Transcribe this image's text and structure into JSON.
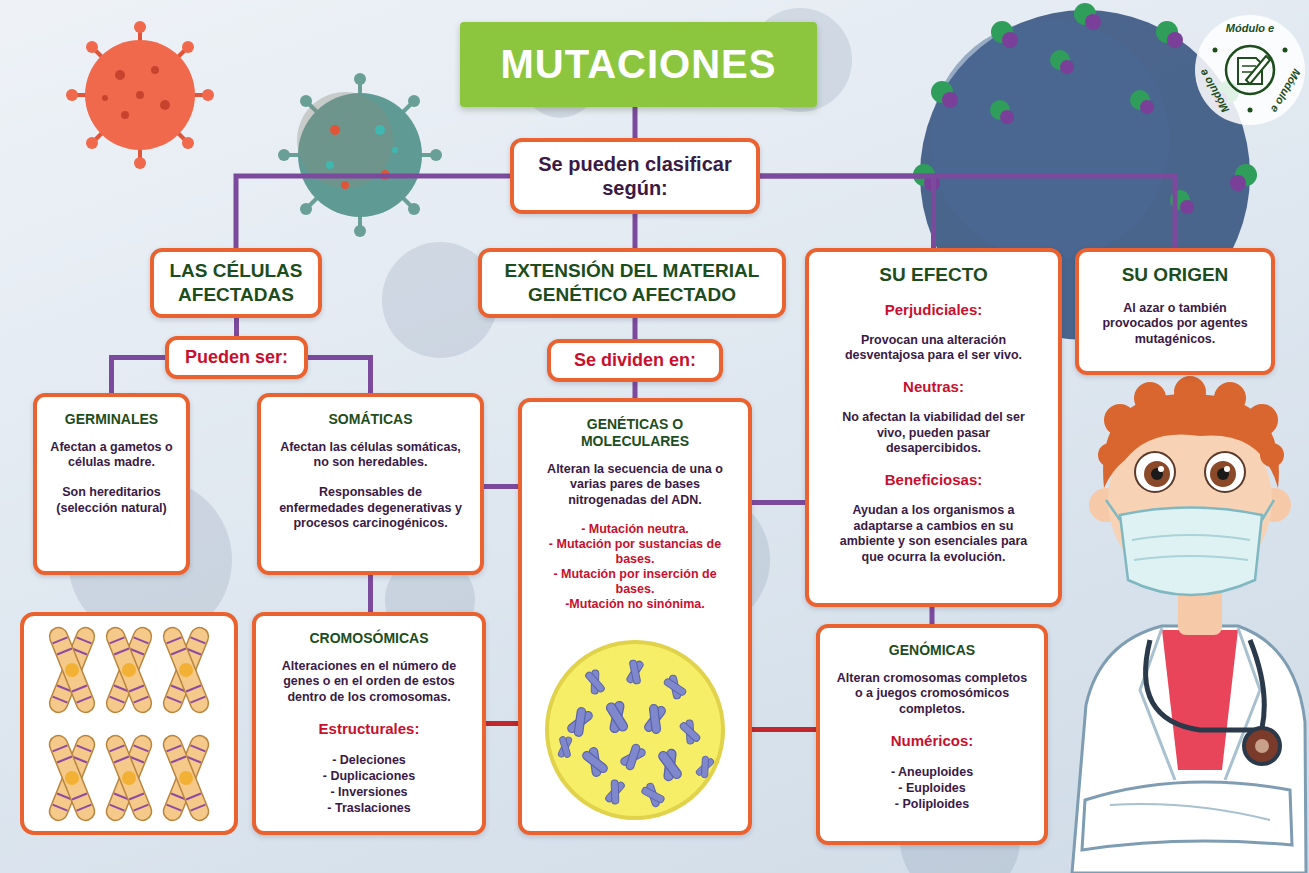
{
  "diagram": {
    "title": "MUTACIONES",
    "nodes": [
      {
        "text": [
          "Se pueden clasificar según:"
        ]
      },
      {
        "text": [
          "LAS CÉLULAS AFECTADAS"
        ]
      },
      {
        "text": [
          "EXTENSIÓN DEL MATERIAL GENÉTICO AFECTADO"
        ]
      },
      {
        "text": [
          "SU EFECTO",
          "Perjudiciales:",
          "Provocan una alteración desventajosa para el ser vivo.",
          "Neutras:",
          "No afectan la viabilidad del ser vivo, pueden pasar desapercibidos.",
          "Beneficiosas:",
          "Ayudan a los organismos a adaptarse a cambios en su ambiente y son esenciales para que ocurra la evolución."
        ]
      },
      {
        "text": [
          "SU ORIGEN",
          "Al azar o también provocados por agentes mutagénicos."
        ]
      },
      {
        "text": [
          "Pueden ser:"
        ]
      },
      {
        "text": [
          "Se dividen en:"
        ]
      },
      {
        "text": [
          "GERMINALES",
          "Afectan a gametos o células madre.",
          "Son hereditarios (selección natural)"
        ]
      },
      {
        "text": [
          "SOMÁTICAS",
          "Afectan las células somáticas, no son heredables.",
          "Responsables de enfermedades degenerativas y procesos carcinogénicos."
        ]
      },
      {
        "text": [
          "GENÉTICAS O MOLECULARES",
          "Alteran la secuencia de una o varias pares de bases nitrogenadas del ADN.",
          "- Mutación neutra.",
          "- Mutación por sustancias de bases.",
          "- Mutación por inserción de bases.",
          "-Mutación no sinónima."
        ]
      },
      {
        "text": [
          "CROMOSÓMICAS",
          "Alteraciones en el número de genes o en el orden de estos dentro de los cromosomas.",
          "Estructurales:",
          "- Deleciones",
          "- Duplicaciones",
          "- Inversiones",
          "- Traslaciones"
        ]
      },
      {
        "text": [
          "GENÓMICAS",
          "Alteran cromosomas completos o a juegos cromosómicos completos.",
          "Numéricos:",
          "- Aneuploides",
          "- Euploides",
          "- Poliploides"
        ]
      }
    ],
    "edges": [
      {
        "from": 0,
        "to": 1,
        "arrow": "none"
      },
      {
        "from": 0,
        "to": 2,
        "arrow": "none"
      },
      {
        "from": 0,
        "to": 3,
        "arrow": "none"
      },
      {
        "from": 0,
        "to": 4,
        "arrow": "none"
      },
      {
        "from": 1,
        "to": 5,
        "arrow": "none"
      },
      {
        "from": 2,
        "to": 6,
        "arrow": "none"
      },
      {
        "from": 5,
        "to": 7,
        "arrow": "none"
      },
      {
        "from": 5,
        "to": 8,
        "arrow": "none"
      },
      {
        "from": 6,
        "to": 9,
        "arrow": "none"
      },
      {
        "from": 8,
        "to": 9,
        "arrow": "none"
      },
      {
        "from": 9,
        "to": 3,
        "arrow": "none"
      },
      {
        "from": 8,
        "to": 10,
        "arrow": "none"
      },
      {
        "from": 3,
        "to": 11,
        "arrow": "none"
      },
      {
        "from": 9,
        "to": 10,
        "arrow": "none"
      },
      {
        "from": 9,
        "to": 11,
        "arrow": "none"
      }
    ],
    "labels": [
      "Módulo e",
      "Módulo e",
      "Módulo e"
    ]
  }
}
